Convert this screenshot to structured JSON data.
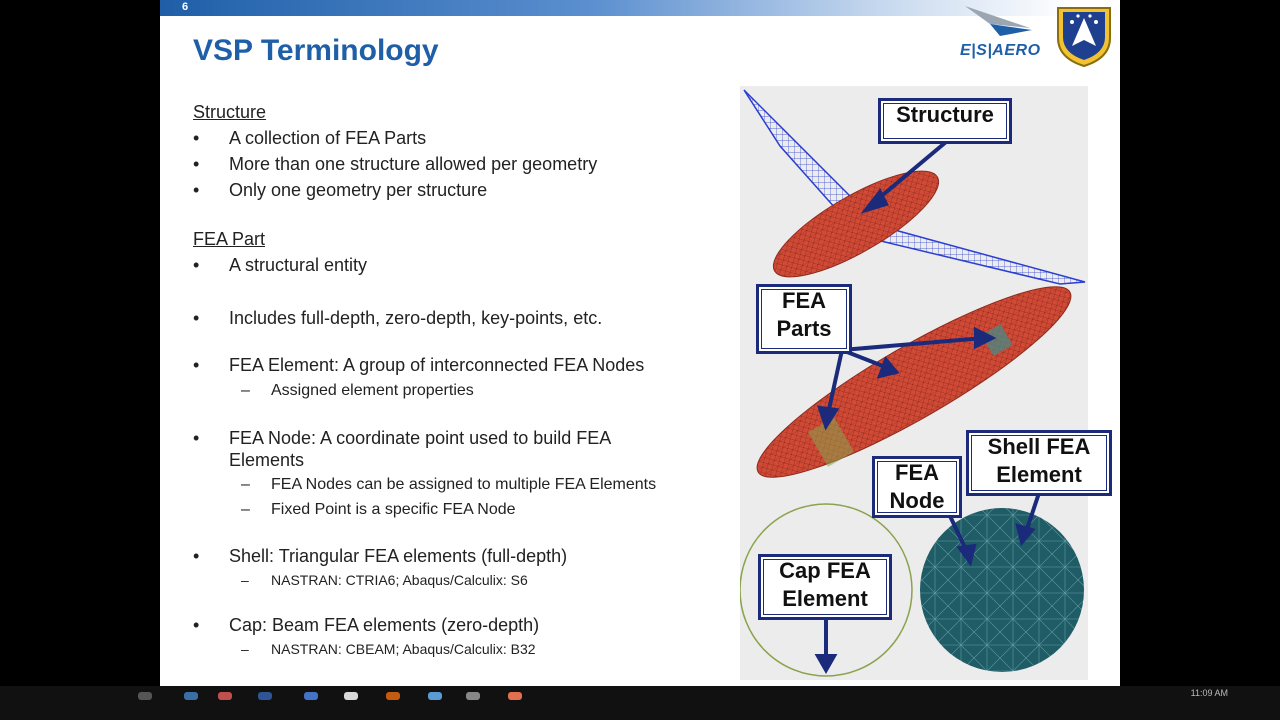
{
  "slide": {
    "number": "6",
    "title": "VSP Terminology"
  },
  "logo": {
    "text": "E|S|AERO"
  },
  "sections": {
    "structure": {
      "heading": "Structure",
      "bullets": [
        "A collection of FEA Parts",
        "More than one structure allowed per geometry",
        "Only one geometry per structure"
      ]
    },
    "fea_part": {
      "heading": "FEA Part",
      "bullets": [
        "A structural entity",
        "Includes full-depth, zero-depth, key-points, etc.",
        "FEA Element: A group of interconnected FEA Nodes",
        "FEA Node: A coordinate point used to build FEA",
        "Shell: Triangular FEA elements (full-depth)",
        "Cap: Beam FEA elements (zero-depth)"
      ],
      "node_line2": "Elements",
      "sub": {
        "element": "Assigned element properties",
        "node1": "FEA Nodes can be assigned to multiple FEA Elements",
        "node2": "Fixed Point is a specific FEA Node",
        "shell": "NASTRAN: CTRIA6; Abaqus/Calculix: S6",
        "cap": "NASTRAN: CBEAM; Abaqus/Calculix: B32"
      }
    }
  },
  "callouts": {
    "structure": "Structure",
    "fea_parts_1": "FEA",
    "fea_parts_2": "Parts",
    "fea_node_1": "FEA",
    "fea_node_2": "Node",
    "shell_1": "Shell FEA",
    "shell_2": "Element",
    "cap_1": "Cap FEA",
    "cap_2": "Element"
  },
  "taskbar": {
    "clock": "11:09 AM"
  },
  "colors": {
    "title_blue": "#1f5fa8",
    "callout_border": "#1b2a7a",
    "mesh_red": "#c8412e",
    "shell_teal": "#1f5c66"
  }
}
